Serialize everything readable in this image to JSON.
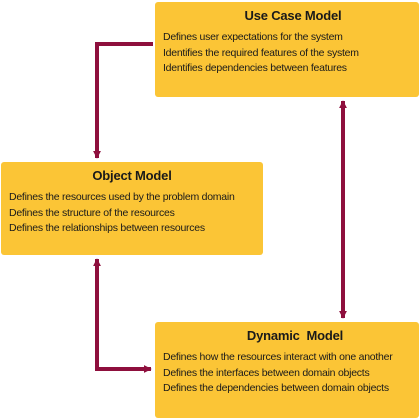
{
  "colors": {
    "box_fill": "#fbc536",
    "connector": "#8e0f3d"
  },
  "diagram": {
    "nodes": [
      {
        "id": "use-case-model",
        "title": "Use Case Model",
        "lines": [
          "Defines user expectations for the system",
          "Identifies the required features of the system",
          "Identifies dependencies between features"
        ]
      },
      {
        "id": "object-model",
        "title": "Object Model",
        "lines": [
          "Defines the resources used by the problem domain",
          "Defines the structure of the resources",
          "Defines the relationships between resources"
        ]
      },
      {
        "id": "dynamic-model",
        "title": "Dynamic  Model",
        "lines": [
          "Defines how the resources interact with one another",
          "Defines the interfaces between domain objects",
          "Defines the dependencies between domain objects"
        ]
      }
    ],
    "edges": [
      {
        "from": "use-case-model",
        "to": "object-model",
        "arrowheads": "end"
      },
      {
        "from": "use-case-model",
        "to": "dynamic-model",
        "arrowheads": "both"
      },
      {
        "from": "object-model",
        "to": "dynamic-model",
        "arrowheads": "both"
      }
    ]
  }
}
